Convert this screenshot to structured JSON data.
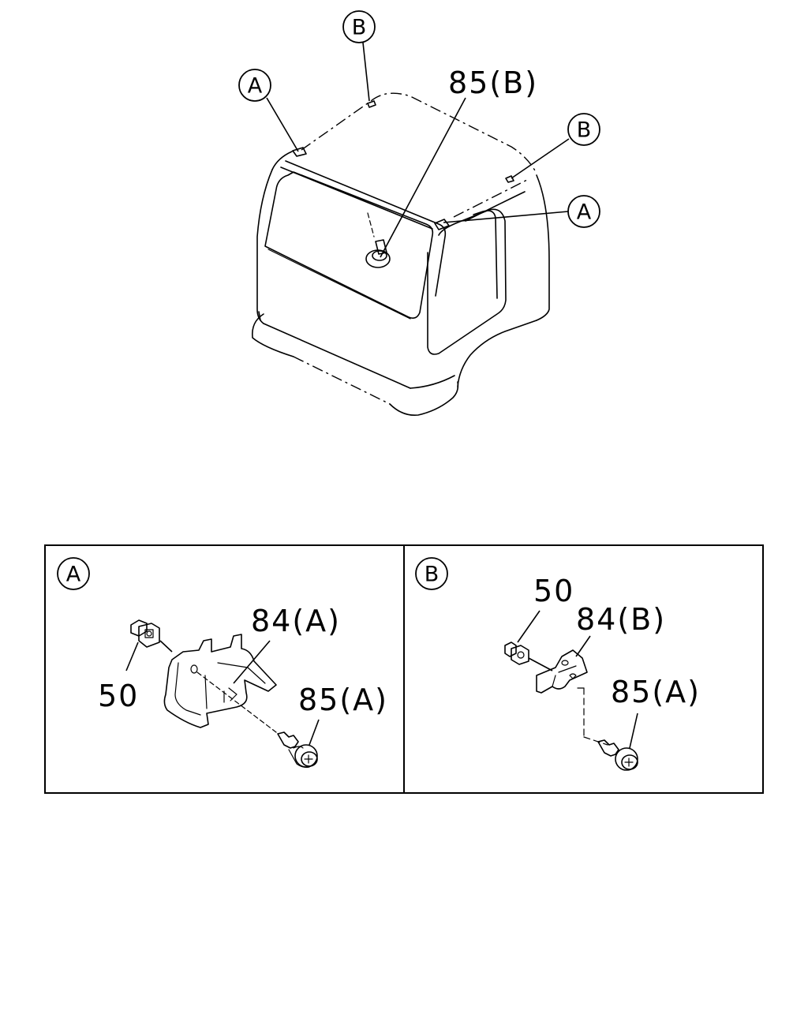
{
  "callouts": {
    "top_b": "B",
    "left_a": "A",
    "right_b": "B",
    "right_a": "A"
  },
  "labels": {
    "top_85b": "85(B)"
  },
  "detail_a": {
    "tag": "A",
    "part_50": "50",
    "part_84": "84(A)",
    "part_85": "85(A)"
  },
  "detail_b": {
    "tag": "B",
    "part_50": "50",
    "part_84": "84(B)",
    "part_85": "85(A)"
  }
}
